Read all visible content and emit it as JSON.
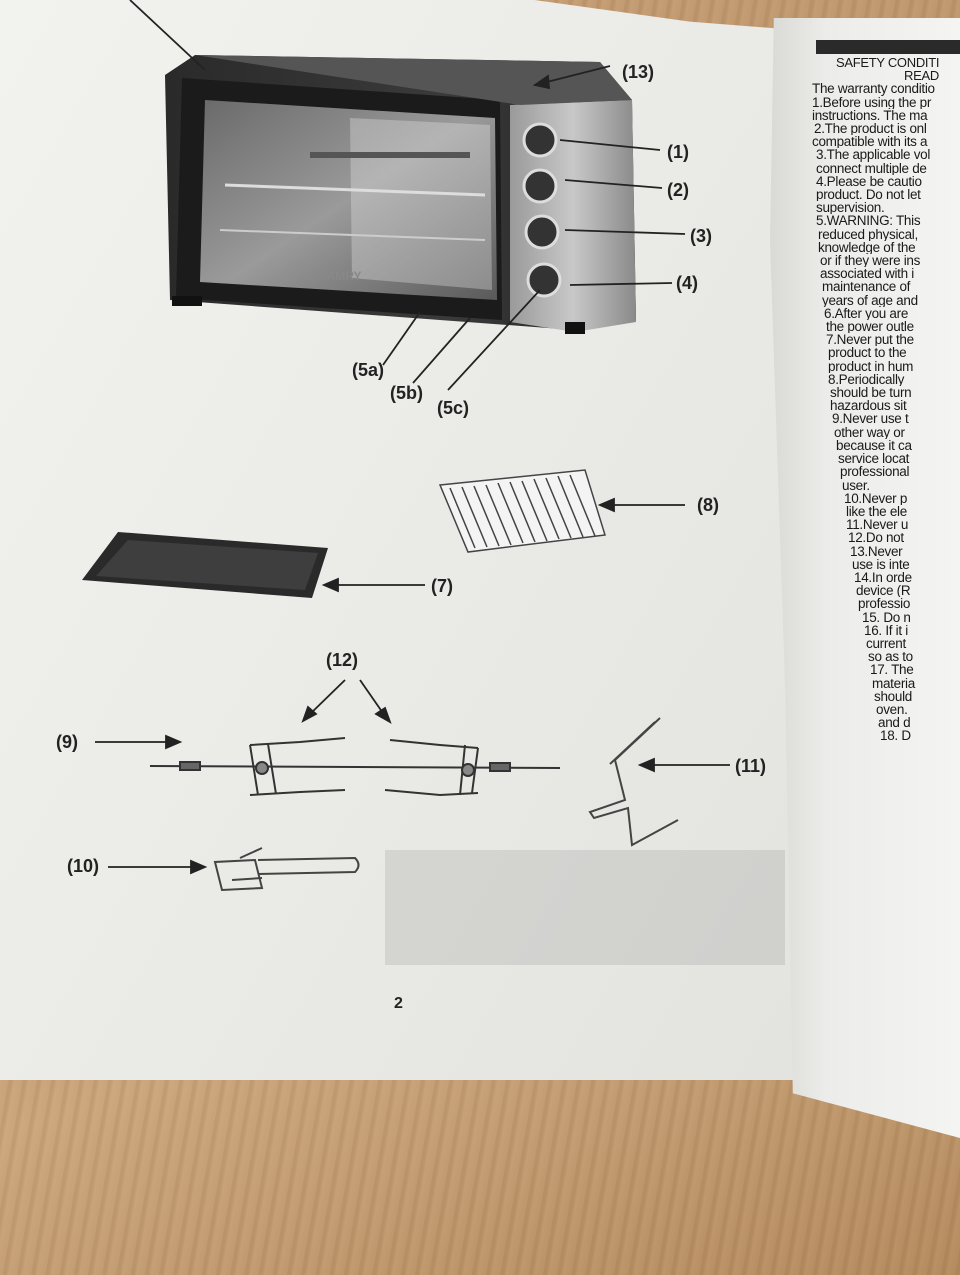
{
  "labels": {
    "l13": "(13)",
    "l1": "(1)",
    "l2": "(2)",
    "l3": "(3)",
    "l4": "(4)",
    "l5a": "(5a)",
    "l5b": "(5b)",
    "l5c": "(5c)",
    "l8": "(8)",
    "l7": "(7)",
    "l12": "(12)",
    "l9": "(9)",
    "l11": "(11)",
    "l10": "(10)"
  },
  "oven_brand": "CAMRY",
  "page_number": "2",
  "safety": {
    "heading_1": "SAFETY CONDITI",
    "heading_2": "READ",
    "lines": [
      "The warranty conditio",
      "1.Before using the pr",
      "instructions. The ma",
      "2.The product is onl",
      "compatible with its a",
      "3.The applicable vol",
      "connect multiple de",
      "4.Please be cautio",
      "product. Do not let",
      "supervision.",
      "5.WARNING: This",
      "reduced physical,",
      "knowledge of the",
      "or if they were ins",
      "associated with i",
      "maintenance of",
      "years of age and",
      "6.After you are",
      "the power outle",
      "7.Never put the",
      "product to the",
      "product in hum",
      "8.Periodically",
      "should be turn",
      "hazardous sit",
      "9.Never use t",
      "other way or",
      "because it ca",
      "service locat",
      "professional",
      "user.",
      "10.Never p",
      "like the ele",
      "11.Never u",
      "12.Do not",
      "13.Never",
      "use is inte",
      "14.In orde",
      "device (R",
      "professio",
      "15. Do n",
      "16. If it i",
      "current",
      "so as to",
      "17. The",
      "materia",
      "should",
      "oven.",
      "and d",
      "18. D"
    ]
  }
}
